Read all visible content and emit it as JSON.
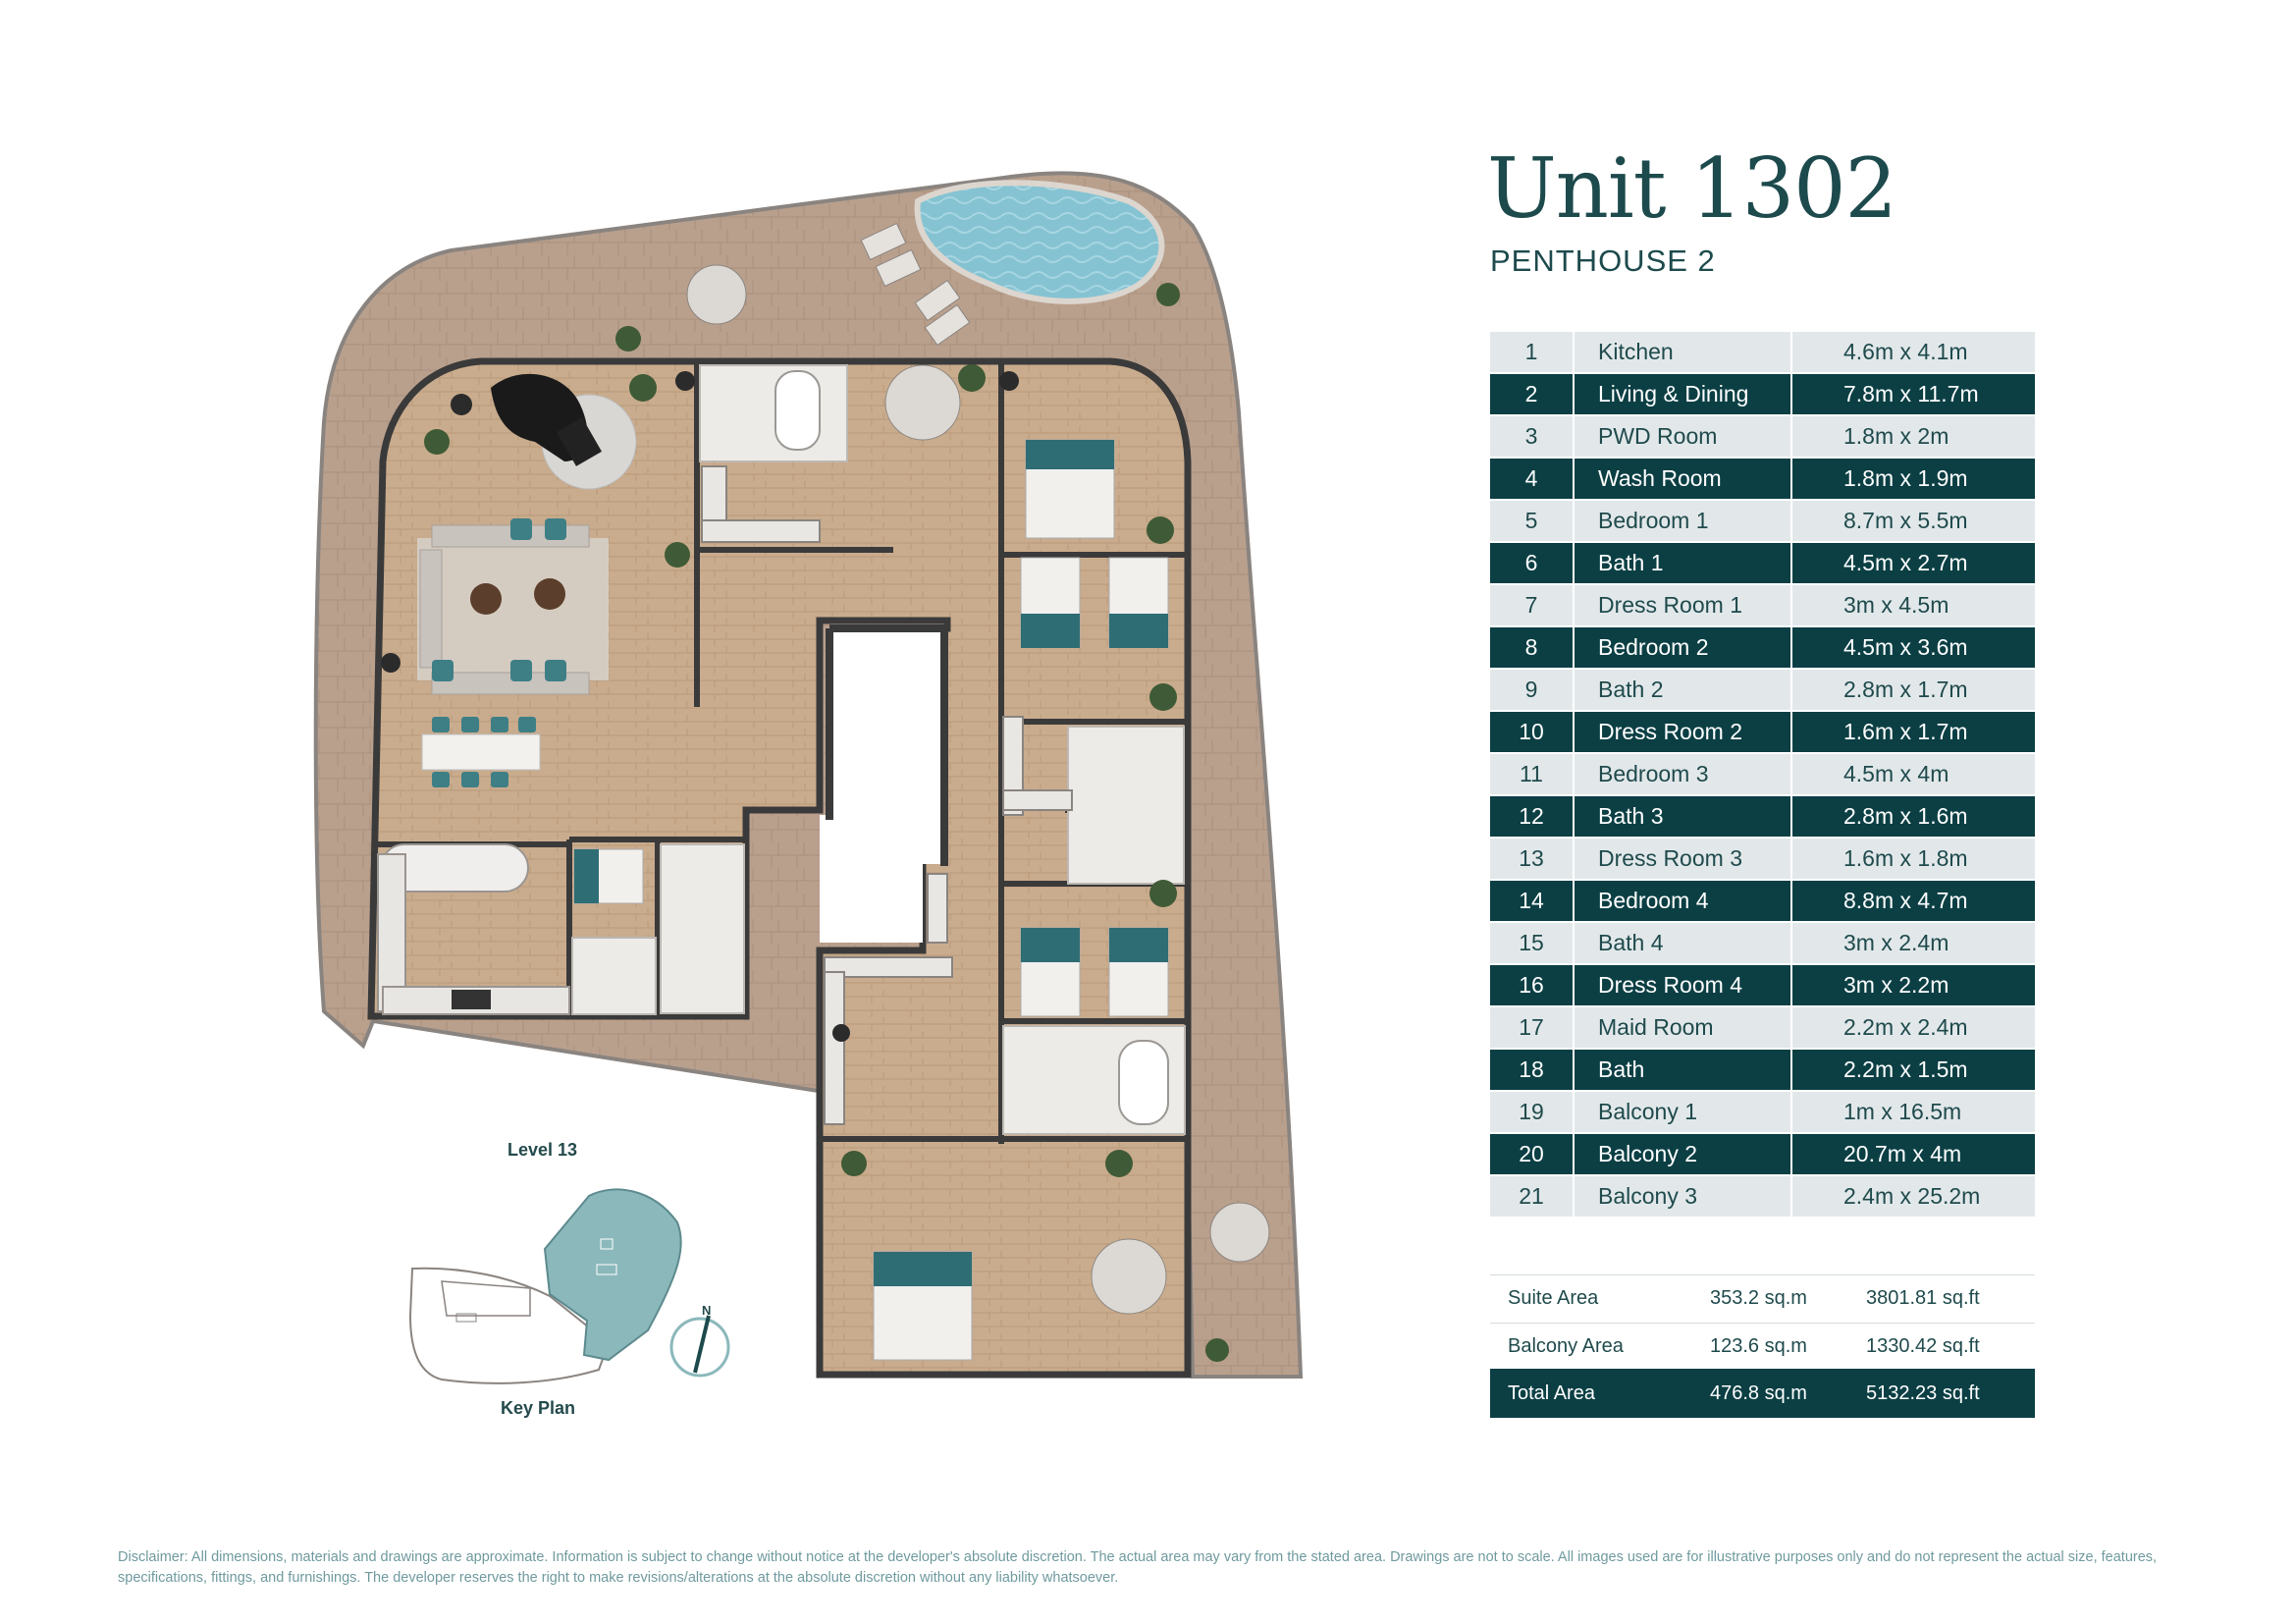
{
  "unit": {
    "title": "Unit 1302",
    "subtitle": "PENTHOUSE 2"
  },
  "rooms": [
    {
      "num": "1",
      "name": "Kitchen",
      "size": "4.6m x 4.1m"
    },
    {
      "num": "2",
      "name": "Living & Dining",
      "size": "7.8m x 11.7m"
    },
    {
      "num": "3",
      "name": "PWD Room",
      "size": "1.8m x 2m"
    },
    {
      "num": "4",
      "name": "Wash Room",
      "size": "1.8m x 1.9m"
    },
    {
      "num": "5",
      "name": "Bedroom 1",
      "size": "8.7m x 5.5m"
    },
    {
      "num": "6",
      "name": "Bath 1",
      "size": "4.5m x 2.7m"
    },
    {
      "num": "7",
      "name": "Dress Room 1",
      "size": "3m x 4.5m"
    },
    {
      "num": "8",
      "name": "Bedroom 2",
      "size": "4.5m x 3.6m"
    },
    {
      "num": "9",
      "name": "Bath 2",
      "size": "2.8m x 1.7m"
    },
    {
      "num": "10",
      "name": "Dress Room 2",
      "size": "1.6m x 1.7m"
    },
    {
      "num": "11",
      "name": "Bedroom 3",
      "size": "4.5m x 4m"
    },
    {
      "num": "12",
      "name": "Bath 3",
      "size": "2.8m x 1.6m"
    },
    {
      "num": "13",
      "name": "Dress Room 3",
      "size": "1.6m x 1.8m"
    },
    {
      "num": "14",
      "name": "Bedroom 4",
      "size": "8.8m x 4.7m"
    },
    {
      "num": "15",
      "name": "Bath 4",
      "size": "3m x 2.4m"
    },
    {
      "num": "16",
      "name": "Dress Room 4",
      "size": "3m x 2.2m"
    },
    {
      "num": "17",
      "name": "Maid Room",
      "size": "2.2m x 2.4m"
    },
    {
      "num": "18",
      "name": "Bath",
      "size": "2.2m x 1.5m"
    },
    {
      "num": "19",
      "name": "Balcony 1",
      "size": "1m x 16.5m"
    },
    {
      "num": "20",
      "name": "Balcony 2",
      "size": "20.7m x 4m"
    },
    {
      "num": "21",
      "name": "Balcony 3",
      "size": "2.4m x 25.2m"
    }
  ],
  "areas": [
    {
      "label": "Suite Area",
      "sqm": "353.2 sq.m",
      "sqft": "3801.81 sq.ft"
    },
    {
      "label": "Balcony Area",
      "sqm": "123.6 sq.m",
      "sqft": "1330.42 sq.ft"
    },
    {
      "label": "Total Area",
      "sqm": "476.8 sq.m",
      "sqft": "5132.23 sq.ft"
    }
  ],
  "key_plan": {
    "level_label": "Level 13",
    "key_label": "Key Plan",
    "north": "N"
  },
  "disclaimer": "Disclaimer: All dimensions, materials and drawings are approximate. Information is subject to change without notice at the developer's absolute discretion. The actual area may vary from the stated area. Drawings are not to scale. All images used are for illustrative purposes only and do not represent the actual size, features, specifications, fittings, and furnishings. The developer reserves the right to make revisions/alterations at the absolute discretion without any liability whatsoever.",
  "colors": {
    "brand_dark": "#0b3f44",
    "row_light": "#e2e8ea",
    "title": "#1d4a4c",
    "terrace": "#b79f8c",
    "floor": "#c7aa8c",
    "pool": "#7fc0d0",
    "key_unit": "#8bb8bb"
  },
  "icons": [
    "piano-icon",
    "bed-icon",
    "bathtub-icon",
    "plant-icon",
    "compass-icon",
    "sofa-icon",
    "dining-table-icon",
    "pool-icon",
    "lounger-icon"
  ]
}
